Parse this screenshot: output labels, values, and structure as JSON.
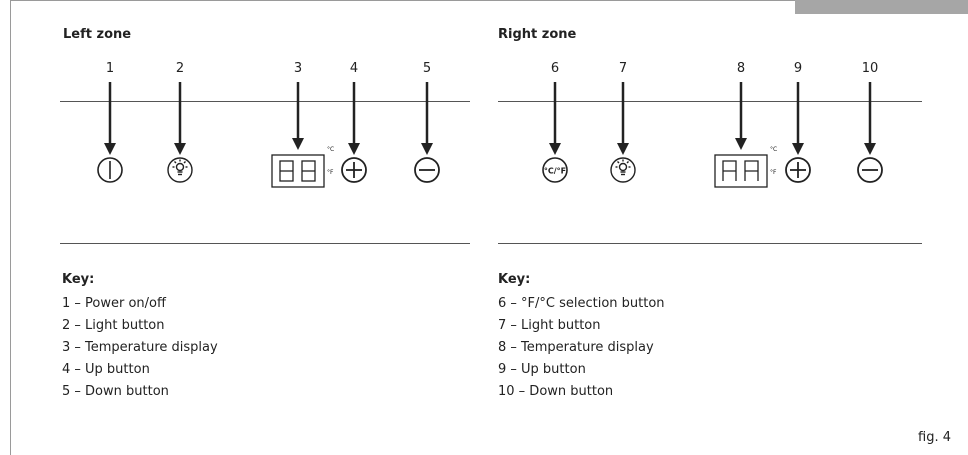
{
  "left_zone": {
    "title": "Left zone",
    "callouts": [
      "1",
      "2",
      "3",
      "4",
      "5"
    ],
    "key_title": "Key:",
    "key": [
      "1 – Power on/off",
      "2 – Light button",
      "3 – Temperature display",
      "4 – Up button",
      "5 – Down button"
    ]
  },
  "right_zone": {
    "title": "Right zone",
    "callouts": [
      "6",
      "7",
      "8",
      "9",
      "10"
    ],
    "key_title": "Key:",
    "key": [
      "6 – °F/°C selection button",
      "7 – Light button",
      "8 – Temperature display",
      "9 – Up button",
      "10 – Down button"
    ]
  },
  "units": {
    "celsius": "°C",
    "fahrenheit": "°F",
    "toggle": "°C/°F"
  },
  "figure_label": "fig. 4",
  "icons": [
    "power-icon",
    "light-icon",
    "display-icon",
    "plus-icon",
    "minus-icon",
    "unit-toggle-icon"
  ],
  "colors": {
    "line": "#555555",
    "ink": "#222222",
    "frame": "#9a9a9a",
    "tab": "#a6a6a6"
  }
}
